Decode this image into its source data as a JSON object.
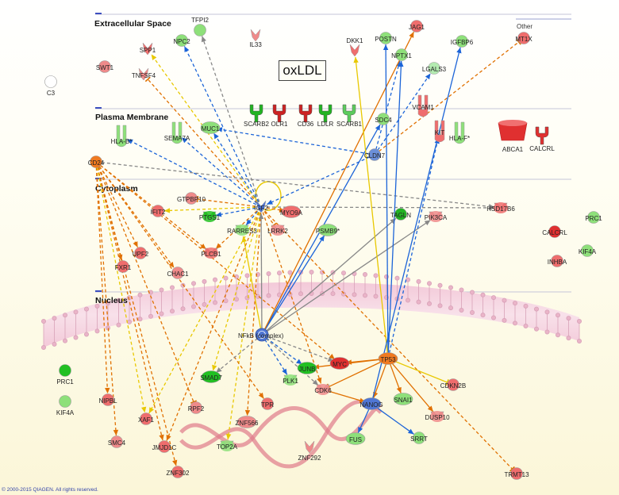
{
  "title": "oxLDL",
  "copyright": "© 2000-2015 QIAGEN. All rights reserved.",
  "regions": [
    {
      "id": "extracellular",
      "label": "Extracellular Space"
    },
    {
      "id": "membrane",
      "label": "Plasma Membrane"
    },
    {
      "id": "cytoplasm",
      "label": "Cytoplasm"
    },
    {
      "id": "nucleus",
      "label": "Nucleus"
    },
    {
      "id": "other",
      "label": "Other"
    }
  ],
  "nodes": [
    {
      "id": "TFPI2",
      "label": "TFPI2",
      "color": "#8ee07a",
      "shape": "circle"
    },
    {
      "id": "IL33",
      "label": "IL33",
      "color": "#ef8a8a",
      "shape": "cytokine"
    },
    {
      "id": "DKK1",
      "label": "DKK1",
      "color": "#ef6d6d",
      "shape": "cytokine"
    },
    {
      "id": "POSTN",
      "label": "POSTN",
      "color": "#8ee07a",
      "shape": "circle"
    },
    {
      "id": "JAG1",
      "label": "JAG1",
      "color": "#ef6d6d",
      "shape": "circle"
    },
    {
      "id": "IGFBP6",
      "label": "IGFBP6",
      "color": "#8ee07a",
      "shape": "circle"
    },
    {
      "id": "MT1X",
      "label": "MT1X",
      "color": "#ef6d6d",
      "shape": "circle"
    },
    {
      "id": "NPC2",
      "label": "NPC2",
      "color": "#8ee07a",
      "shape": "circle"
    },
    {
      "id": "SPP1",
      "label": "SPP1",
      "color": "#ef6d6d",
      "shape": "cytokine"
    },
    {
      "id": "SWT1",
      "label": "SWT1",
      "color": "#ef8a8a",
      "shape": "circle"
    },
    {
      "id": "TNFSF4",
      "label": "TNFSF4",
      "color": "#ef8a8a",
      "shape": "cytokine"
    },
    {
      "id": "NPTX1",
      "label": "NPTX1",
      "color": "#8ee07a",
      "shape": "circle"
    },
    {
      "id": "LGALS3",
      "label": "LGALS3",
      "color": "#b3ebb0",
      "shape": "circle"
    },
    {
      "id": "C3",
      "label": "C3",
      "color": "#ffffff",
      "shape": "circle"
    },
    {
      "id": "SCARB2",
      "label": "SCARB2",
      "color": "#22b322",
      "shape": "receptor"
    },
    {
      "id": "OLR1",
      "label": "OLR1",
      "color": "#cc2222",
      "shape": "receptor"
    },
    {
      "id": "CD36",
      "label": "CD36",
      "color": "#cc2222",
      "shape": "receptor"
    },
    {
      "id": "LDLR",
      "label": "LDLR",
      "color": "#22b322",
      "shape": "receptor"
    },
    {
      "id": "SCARB1",
      "label": "SCARB1",
      "color": "#5ccc5c",
      "shape": "receptor"
    },
    {
      "id": "VCAM1",
      "label": "VCAM1",
      "color": "#ef6d6d",
      "shape": "transmembrane"
    },
    {
      "id": "SDC4",
      "label": "SDC4",
      "color": "#8ee07a",
      "shape": "circle"
    },
    {
      "id": "MUC1",
      "label": "MUC1",
      "color": "#8ee07a",
      "shape": "ellipse"
    },
    {
      "id": "HLA-B*",
      "label": "HLA-B*",
      "color": "#8ee07a",
      "shape": "transmembrane"
    },
    {
      "id": "SEMA7A",
      "label": "SEMA7A",
      "color": "#8ee07a",
      "shape": "transmembrane"
    },
    {
      "id": "KIT",
      "label": "KIT",
      "color": "#ef6d6d",
      "shape": "transmembrane"
    },
    {
      "id": "HLA-F*",
      "label": "HLA-F*",
      "color": "#8ee07a",
      "shape": "transmembrane"
    },
    {
      "id": "CLDN7",
      "label": "CLDN7",
      "color": "#6b8fd8",
      "shape": "circle"
    },
    {
      "id": "ABCA1",
      "label": "ABCA1",
      "color": "#e03030",
      "shape": "transporter"
    },
    {
      "id": "CALCRL_M",
      "label": "CALCRL",
      "color": "#e03030",
      "shape": "receptor"
    },
    {
      "id": "CD24",
      "label": "CD24",
      "color": "#f07a20",
      "shape": "circle"
    },
    {
      "id": "GTPBP10",
      "label": "GTPBP10",
      "color": "#ef8a8a",
      "shape": "circle"
    },
    {
      "id": "IGF2",
      "label": "IGF2",
      "color": "#4f76d4",
      "shape": "cytokine"
    },
    {
      "id": "IFIT2",
      "label": "IFIT2",
      "color": "#ef6d6d",
      "shape": "circle"
    },
    {
      "id": "PTGS1",
      "label": "PTGS1",
      "color": "#22c022",
      "shape": "enzyme"
    },
    {
      "id": "RARRES3",
      "label": "RARRES3",
      "color": "#8ee07a",
      "shape": "enzyme"
    },
    {
      "id": "LRRK2",
      "label": "LRRK2",
      "color": "#ef8a8a",
      "shape": "enzyme"
    },
    {
      "id": "MYO9A",
      "label": "MYO9A",
      "color": "#ef6d6d",
      "shape": "ellipse"
    },
    {
      "id": "PSMB9*",
      "label": "PSMB9*",
      "color": "#8ee07a",
      "shape": "ellipse"
    },
    {
      "id": "TAGLN",
      "label": "TAGLN",
      "color": "#22b322",
      "shape": "circle"
    },
    {
      "id": "PIK3CA",
      "label": "PIK3CA",
      "color": "#ef8a8a",
      "shape": "enzyme"
    },
    {
      "id": "HSD17B6",
      "label": "HSD17B6",
      "color": "#ef6d6d",
      "shape": "enzyme"
    },
    {
      "id": "PRC1_C",
      "label": "PRC1",
      "color": "#8ee07a",
      "shape": "circle"
    },
    {
      "id": "CALCRL_C",
      "label": "CALCRL",
      "color": "#e03030",
      "shape": "circle"
    },
    {
      "id": "KIF4A_C",
      "label": "KIF4A",
      "color": "#8ee07a",
      "shape": "circle"
    },
    {
      "id": "INHBA",
      "label": "INHBA",
      "color": "#ef6d6d",
      "shape": "circle"
    },
    {
      "id": "UPF2",
      "label": "UPF2",
      "color": "#ef6d6d",
      "shape": "circle"
    },
    {
      "id": "PLCB1",
      "label": "PLCB1",
      "color": "#ef6d6d",
      "shape": "enzyme"
    },
    {
      "id": "FXR1",
      "label": "FXR1",
      "color": "#ef6d6d",
      "shape": "circle"
    },
    {
      "id": "CHAC1",
      "label": "CHAC1",
      "color": "#ef8a8a",
      "shape": "circle"
    },
    {
      "id": "NFkB",
      "label": "NFkB (complex)",
      "color": "#4f76d4",
      "shape": "complex"
    },
    {
      "id": "MYC",
      "label": "MYC",
      "color": "#e03030",
      "shape": "ellipse"
    },
    {
      "id": "TP53",
      "label": "TP53",
      "color": "#f07a20",
      "shape": "ellipse"
    },
    {
      "id": "SMAD7",
      "label": "SMAD7",
      "color": "#22c022",
      "shape": "ellipse"
    },
    {
      "id": "JUNB",
      "label": "JUNB",
      "color": "#22c022",
      "shape": "ellipse"
    },
    {
      "id": "CDK6",
      "label": "CDK6",
      "color": "#ef8a8a",
      "shape": "enzyme"
    },
    {
      "id": "CDKN2B",
      "label": "CDKN2B",
      "color": "#ef6d6d",
      "shape": "circle"
    },
    {
      "id": "PRC1_N",
      "label": "PRC1",
      "color": "#22c022",
      "shape": "circle"
    },
    {
      "id": "KIF4A_N",
      "label": "KIF4A",
      "color": "#8ee07a",
      "shape": "circle"
    },
    {
      "id": "NIPBL",
      "label": "NIPBL",
      "color": "#ef6d6d",
      "shape": "circle"
    },
    {
      "id": "PLK1",
      "label": "PLK1",
      "color": "#8ee07a",
      "shape": "enzyme"
    },
    {
      "id": "NANOG",
      "label": "NANOG",
      "color": "#4f76d4",
      "shape": "ellipse"
    },
    {
      "id": "SNAI1",
      "label": "SNAI1",
      "color": "#8ee07a",
      "shape": "ellipse"
    },
    {
      "id": "DUSP10",
      "label": "DUSP10",
      "color": "#ef8a8a",
      "shape": "enzyme"
    },
    {
      "id": "RPF2",
      "label": "RPF2",
      "color": "#ef8a8a",
      "shape": "circle"
    },
    {
      "id": "TPR",
      "label": "TPR",
      "color": "#ef6d6d",
      "shape": "circle"
    },
    {
      "id": "XAF1",
      "label": "XAF1",
      "color": "#ef6d6d",
      "shape": "circle"
    },
    {
      "id": "ZNF566",
      "label": "ZNF566",
      "color": "#ef8a8a",
      "shape": "ellipse"
    },
    {
      "id": "SMC4",
      "label": "SMC4",
      "color": "#ef8a8a",
      "shape": "circle"
    },
    {
      "id": "JMJD1C",
      "label": "JMJD1C",
      "color": "#ef6d6d",
      "shape": "circle"
    },
    {
      "id": "TOP2A",
      "label": "TOP2A",
      "color": "#8ee07a",
      "shape": "enzyme"
    },
    {
      "id": "ZNF292",
      "label": "ZNF292",
      "color": "#ef8a8a",
      "shape": "cytokine"
    },
    {
      "id": "FUS",
      "label": "FUS",
      "color": "#8ee07a",
      "shape": "ellipse"
    },
    {
      "id": "SRRT",
      "label": "SRRT",
      "color": "#8ee07a",
      "shape": "circle"
    },
    {
      "id": "ZNF302",
      "label": "ZNF302",
      "color": "#ef6d6d",
      "shape": "circle"
    },
    {
      "id": "TRMT13",
      "label": "TRMT13",
      "color": "#ef6d6d",
      "shape": "circle"
    }
  ],
  "edges": [
    {
      "from": "IGF2",
      "to": "NPC2",
      "color": "#1c64d8",
      "style": "dashed",
      "end": "arrow"
    },
    {
      "from": "IGF2",
      "to": "TFPI2",
      "color": "#888888",
      "style": "dashed",
      "end": "arrow"
    },
    {
      "from": "IGF2",
      "to": "MUC1",
      "color": "#1c64d8",
      "style": "dashed",
      "end": "arrow"
    },
    {
      "from": "IGF2",
      "to": "HLA-B*",
      "color": "#1c64d8",
      "style": "dashed",
      "end": "arrow"
    },
    {
      "from": "IGF2",
      "to": "SEMA7A",
      "color": "#1c64d8",
      "style": "dashed",
      "end": "arrow"
    },
    {
      "from": "IGF2",
      "to": "PTGS1",
      "color": "#1c64d8",
      "style": "dashed",
      "end": "arrow"
    },
    {
      "from": "IGF2",
      "to": "RARRES3",
      "color": "#1c64d8",
      "style": "dashed",
      "end": "arrow"
    },
    {
      "from": "IGF2",
      "to": "IFIT2",
      "color": "#e8c800",
      "style": "dashed",
      "end": "arrow"
    },
    {
      "from": "IGF2",
      "to": "SPP1",
      "color": "#e8c800",
      "style": "dashed",
      "end": "arrow"
    },
    {
      "from": "IGF2",
      "to": "PLCB1",
      "color": "#e07000",
      "style": "dashed",
      "end": "arrow"
    },
    {
      "from": "IGF2",
      "to": "LRRK2",
      "color": "#e07000",
      "style": "dashed",
      "end": "bar"
    },
    {
      "from": "IGF2",
      "to": "GTPBP10",
      "color": "#e07000",
      "style": "dashed",
      "end": "bar"
    },
    {
      "from": "IGF2",
      "to": "MYO9A",
      "color": "#e07000",
      "style": "dashed",
      "end": "arrow"
    },
    {
      "from": "IGF2",
      "to": "TOP2A",
      "color": "#e8c800",
      "style": "dashed",
      "end": "arrow"
    },
    {
      "from": "IGF2",
      "to": "XAF1",
      "color": "#e8c800",
      "style": "dashed",
      "end": "arrow"
    },
    {
      "from": "IGF2",
      "to": "JMJD1C",
      "color": "#e07000",
      "style": "dashed",
      "end": "arrow"
    },
    {
      "from": "IGF2",
      "to": "SMAD7",
      "color": "#e8c800",
      "style": "dashed",
      "end": "arrow"
    },
    {
      "from": "IGF2",
      "to": "ZNF566",
      "color": "#e07000",
      "style": "dashed",
      "end": "arrow"
    },
    {
      "from": "IGF2",
      "to": "CDK6",
      "color": "#e07000",
      "style": "dashed",
      "end": "arrow"
    },
    {
      "from": "IGF2",
      "to": "TRMT13",
      "color": "#e07000",
      "style": "dashed",
      "end": "bar"
    },
    {
      "from": "IGF2",
      "to": "HSD17B6",
      "color": "#888888",
      "style": "dashed",
      "end": "arrow"
    },
    {
      "from": "IGF2",
      "to": "TNFSF4",
      "color": "#e07000",
      "style": "dashed",
      "end": "bar"
    },
    {
      "from": "CD24",
      "to": "HSD17B6",
      "color": "#888888",
      "style": "dashed",
      "end": "arrow"
    },
    {
      "from": "CD24",
      "to": "UPF2",
      "color": "#e07000",
      "style": "dashed",
      "end": "arrow"
    },
    {
      "from": "CD24",
      "to": "FXR1",
      "color": "#e07000",
      "style": "dashed",
      "end": "arrow"
    },
    {
      "from": "CD24",
      "to": "CHAC1",
      "color": "#e07000",
      "style": "dashed",
      "end": "arrow"
    },
    {
      "from": "CD24",
      "to": "PLCB1",
      "color": "#e07000",
      "style": "dashed",
      "end": "arrow"
    },
    {
      "from": "CD24",
      "to": "NIPBL",
      "color": "#e07000",
      "style": "dashed",
      "end": "arrow"
    },
    {
      "from": "CD24",
      "to": "SMC4",
      "color": "#e07000",
      "style": "dashed",
      "end": "arrow"
    },
    {
      "from": "CD24",
      "to": "JMJD1C",
      "color": "#e07000",
      "style": "dashed",
      "end": "arrow"
    },
    {
      "from": "CD24",
      "to": "ZNF302",
      "color": "#e07000",
      "style": "dashed",
      "end": "arrow"
    },
    {
      "from": "CD24",
      "to": "TPR",
      "color": "#e07000",
      "style": "dashed",
      "end": "arrow"
    },
    {
      "from": "CD24",
      "to": "XAF1",
      "color": "#e8c800",
      "style": "dashed",
      "end": "arrow"
    },
    {
      "from": "CD24",
      "to": "RPF2",
      "color": "#e07000",
      "style": "dashed",
      "end": "bar"
    },
    {
      "from": "CD24",
      "to": "MYC",
      "color": "#e07000",
      "style": "dashed",
      "end": "arrow"
    },
    {
      "from": "CLDN7",
      "to": "MUC1",
      "color": "#1c64d8",
      "style": "dashed",
      "end": "arrow"
    },
    {
      "from": "CLDN7",
      "to": "LGALS3",
      "color": "#1c64d8",
      "style": "dashed",
      "end": "arrow"
    },
    {
      "from": "CLDN7",
      "to": "NPTX1",
      "color": "#1c64d8",
      "style": "dashed",
      "end": "arrow"
    },
    {
      "from": "CLDN7",
      "to": "MT1X",
      "color": "#e07000",
      "style": "dashed",
      "end": "bar"
    },
    {
      "from": "CLDN7",
      "to": "IGF2",
      "color": "#1c64d8",
      "style": "dashed",
      "end": "arrow"
    },
    {
      "from": "NFkB",
      "to": "SDC4",
      "color": "#1c64d8",
      "style": "solid",
      "end": "arrow"
    },
    {
      "from": "NFkB",
      "to": "PSMB9*",
      "color": "#1c64d8",
      "style": "solid",
      "end": "arrow"
    },
    {
      "from": "NFkB",
      "to": "RARRES3",
      "color": "#e8c800",
      "style": "solid",
      "end": "arrow"
    },
    {
      "from": "NFkB",
      "to": "IGF2",
      "color": "#888888",
      "style": "solid",
      "end": "arrow"
    },
    {
      "from": "NFkB",
      "to": "PIK3CA",
      "color": "#888888",
      "style": "solid",
      "end": "arrow"
    },
    {
      "from": "NFkB",
      "to": "TAGLN",
      "color": "#888888",
      "style": "solid",
      "end": "arrow"
    },
    {
      "from": "NFkB",
      "to": "JUNB",
      "color": "#1c64d8",
      "style": "dashed",
      "end": "arrow"
    },
    {
      "from": "NFkB",
      "to": "PLK1",
      "color": "#1c64d8",
      "style": "dashed",
      "end": "arrow"
    },
    {
      "from": "NFkB",
      "to": "SMAD7",
      "color": "#888888",
      "style": "dashed",
      "end": "arrow"
    },
    {
      "from": "NFkB",
      "to": "MYC",
      "color": "#888888",
      "style": "dashed",
      "end": "arrow"
    },
    {
      "from": "NFkB",
      "to": "CDK6",
      "color": "#888888",
      "style": "dashed",
      "end": "arrow"
    },
    {
      "from": "NFkB",
      "to": "JAG1",
      "color": "#e07000",
      "style": "solid",
      "end": "arrow"
    },
    {
      "from": "TP53",
      "to": "POSTN",
      "color": "#1c64d8",
      "style": "solid",
      "end": "arrow"
    },
    {
      "from": "TP53",
      "to": "DKK1",
      "color": "#e8c800",
      "style": "solid",
      "end": "arrow"
    },
    {
      "from": "TP53",
      "to": "NPTX1",
      "color": "#1c64d8",
      "style": "solid",
      "end": "arrow"
    },
    {
      "from": "TP53",
      "to": "KIT",
      "color": "#1c64d8",
      "style": "dashed",
      "end": "arrow"
    },
    {
      "from": "TP53",
      "to": "MYC",
      "color": "#e07000",
      "style": "solid",
      "end": "arrow"
    },
    {
      "from": "TP53",
      "to": "JUNB",
      "color": "#e07000",
      "style": "solid",
      "end": "arrow"
    },
    {
      "from": "TP53",
      "to": "CDK6",
      "color": "#e07000",
      "style": "solid",
      "end": "bar"
    },
    {
      "from": "TP53",
      "to": "CDKN2B",
      "color": "#e8c800",
      "style": "solid",
      "end": "bar"
    },
    {
      "from": "TP53",
      "to": "SNAI1",
      "color": "#e07000",
      "style": "solid",
      "end": "arrow"
    },
    {
      "from": "TP53",
      "to": "DUSP10",
      "color": "#e07000",
      "style": "solid",
      "end": "arrow"
    },
    {
      "from": "TP53",
      "to": "NANOG",
      "color": "#e07000",
      "style": "solid",
      "end": "arrow"
    },
    {
      "from": "NANOG",
      "to": "IGFBP6",
      "color": "#1c64d8",
      "style": "solid",
      "end": "arrow"
    },
    {
      "from": "NANOG",
      "to": "FUS",
      "color": "#1c64d8",
      "style": "solid",
      "end": "arrow"
    },
    {
      "from": "NANOG",
      "to": "SRRT",
      "color": "#1c64d8",
      "style": "solid",
      "end": "arrow"
    },
    {
      "from": "CDK6",
      "to": "NANOG",
      "color": "#e07000",
      "style": "solid",
      "end": "arrow"
    }
  ]
}
